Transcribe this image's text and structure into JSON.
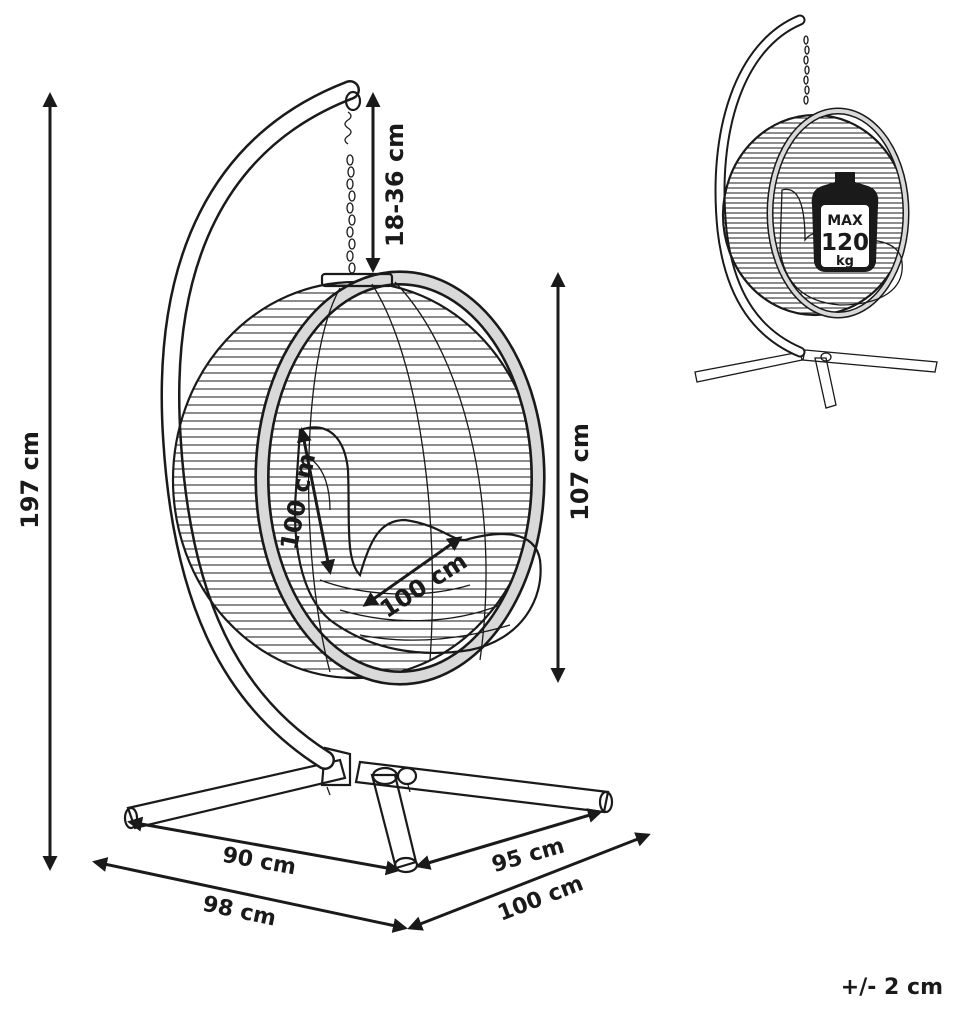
{
  "dimensions": {
    "total_height": "197 cm",
    "chain_length": "18-36 cm",
    "basket_height": "107 cm",
    "seat_depth": "100 cm",
    "seat_width": "100 cm",
    "base_front": "90 cm",
    "base_side": "95 cm",
    "base_width": "98 cm",
    "base_depth": "100 cm"
  },
  "weight_badge": {
    "line1": "MAX",
    "line2": "120",
    "line3": "kg"
  },
  "tolerance": "+/- 2 cm",
  "colors": {
    "ink": "#1a1a1a",
    "frame_fill": "#ffffff",
    "rim_fill": "#d9d9d9",
    "cushion_fill": "#f4f4f4"
  }
}
